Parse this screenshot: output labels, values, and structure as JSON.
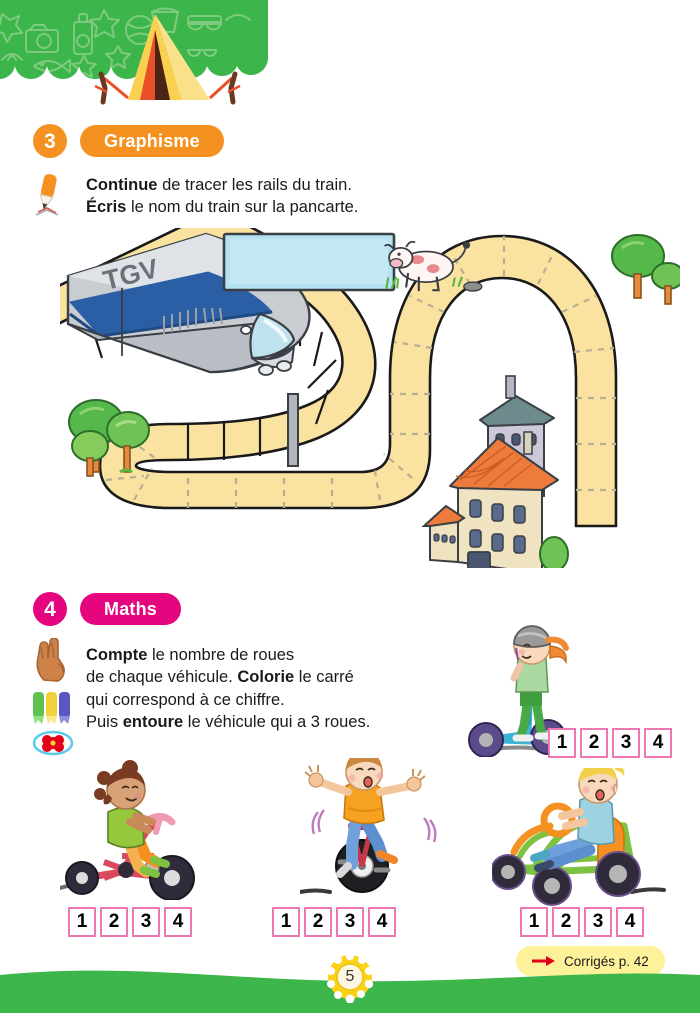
{
  "page": {
    "number": "5",
    "banner_color": "#3cb54a",
    "hill_color": "#3cb54a"
  },
  "exercise3": {
    "number": "3",
    "title": "Graphisme",
    "accent": "#f59120",
    "instruction": {
      "line1_bold": "Continue",
      "line1_rest": " de tracer les rails du train.",
      "line2_bold": "Écris",
      "line2_rest": " le nom du train sur la pancarte."
    },
    "icons": [
      "pencil-icon"
    ],
    "illustration": {
      "train_label": "TGV",
      "sign_label": "",
      "scenery": [
        "train",
        "signboard",
        "cow",
        "trees",
        "house",
        "rail-track"
      ]
    }
  },
  "exercise4": {
    "number": "4",
    "title": "Maths",
    "accent": "#e5057e",
    "instruction": {
      "line1_bold": "Compte",
      "line1_rest": " le nombre de roues",
      "line2_a": "de chaque véhicule. ",
      "line2_bold": "Colorie",
      "line2_rest": " le carré",
      "line3": "qui correspond à ce chiffre.",
      "line4_a": "Puis ",
      "line4_bold": "entoure",
      "line4_rest": " le véhicule qui a 3 roues."
    },
    "icons": [
      "hand-two-fingers-icon",
      "felt-pens-icon",
      "flower-stamp-icon"
    ],
    "answer_choices": [
      "1",
      "2",
      "3",
      "4"
    ],
    "box_border_color": "#ef77b4",
    "vehicles": [
      {
        "name": "scooter",
        "rider": "girl-with-helmet",
        "wheels": 2
      },
      {
        "name": "tricycle",
        "rider": "girl-with-buns",
        "wheels": 3
      },
      {
        "name": "unicycle",
        "rider": "boy-orange-shirt",
        "wheels": 1
      },
      {
        "name": "go-kart",
        "rider": "blond-boy",
        "wheels": 4
      }
    ]
  },
  "footer": {
    "corriges_label": "Corrigés p. 42",
    "arrow_color": "#e2001a",
    "pill_color": "#fdf19a"
  }
}
